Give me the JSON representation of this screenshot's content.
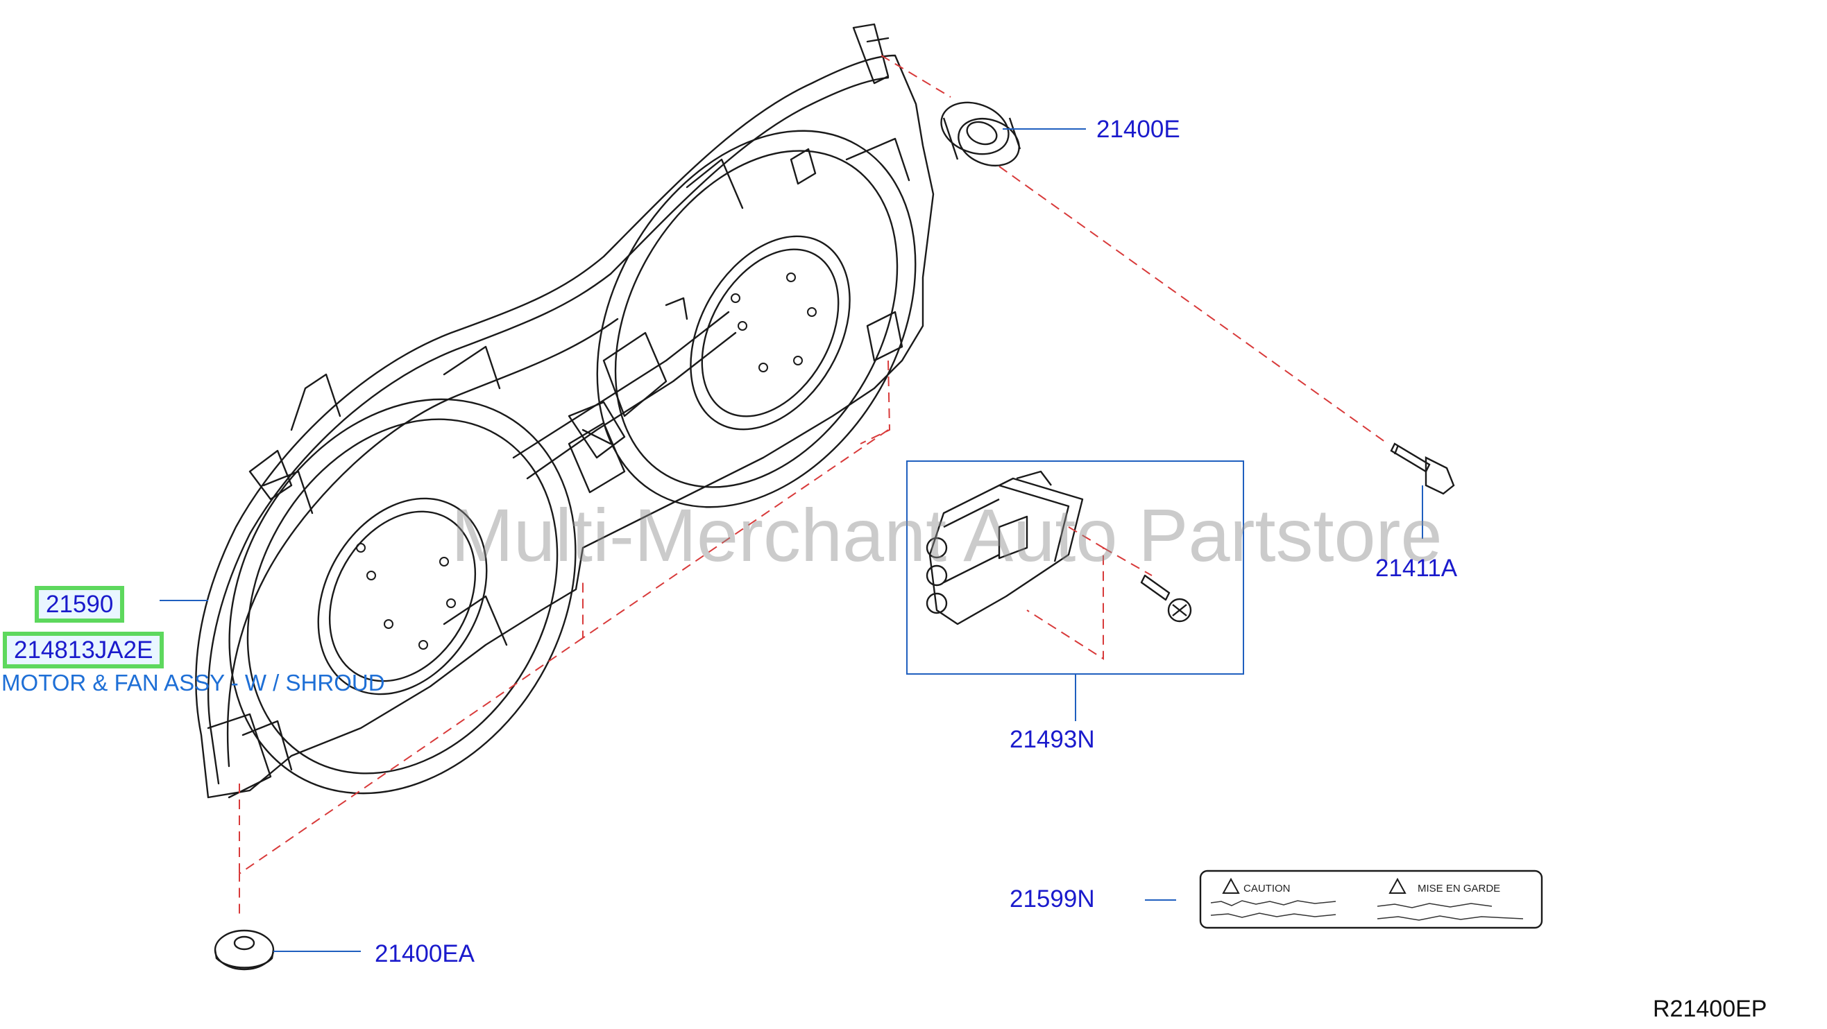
{
  "watermark": "Multi-Merchant Auto Partstore",
  "diagram_code": "R21400EP",
  "parts": {
    "p21590": "21590",
    "p214813JA2E": "214813JA2E",
    "p214813JA2E_desc": "MOTOR & FAN ASSY - W / SHROUD",
    "p21400E": "21400E",
    "p21411A": "21411A",
    "p21493N": "21493N",
    "p21599N": "21599N",
    "p21400EA": "21400EA"
  },
  "caution_label": {
    "left_heading": "CAUTION",
    "right_heading": "MISE EN GARDE"
  },
  "colors": {
    "callout_text": "#1a1acc",
    "description_text": "#1e6fd6",
    "highlight_border": "#5dd85d",
    "highlight_fill": "#e9f6ff",
    "leader_line": "#1f5fbf",
    "dashed_guide": "#d83a3a",
    "drawing_line": "#1a1a1a"
  }
}
